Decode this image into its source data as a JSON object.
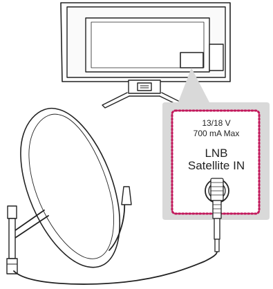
{
  "callout": {
    "voltage": "13/18 V",
    "current": "700 mA Max",
    "port_name": "LNB",
    "port_desc": "Satellite IN"
  },
  "colors": {
    "line": "#222222",
    "callout_bg": "#d9d9d9",
    "dotted_border": "#c2185b",
    "dish_fill": "#ffffff"
  },
  "icons": {
    "tv": "tv-rear-view",
    "dish": "satellite-dish-icon",
    "connector": "coaxial-f-connector-icon"
  }
}
